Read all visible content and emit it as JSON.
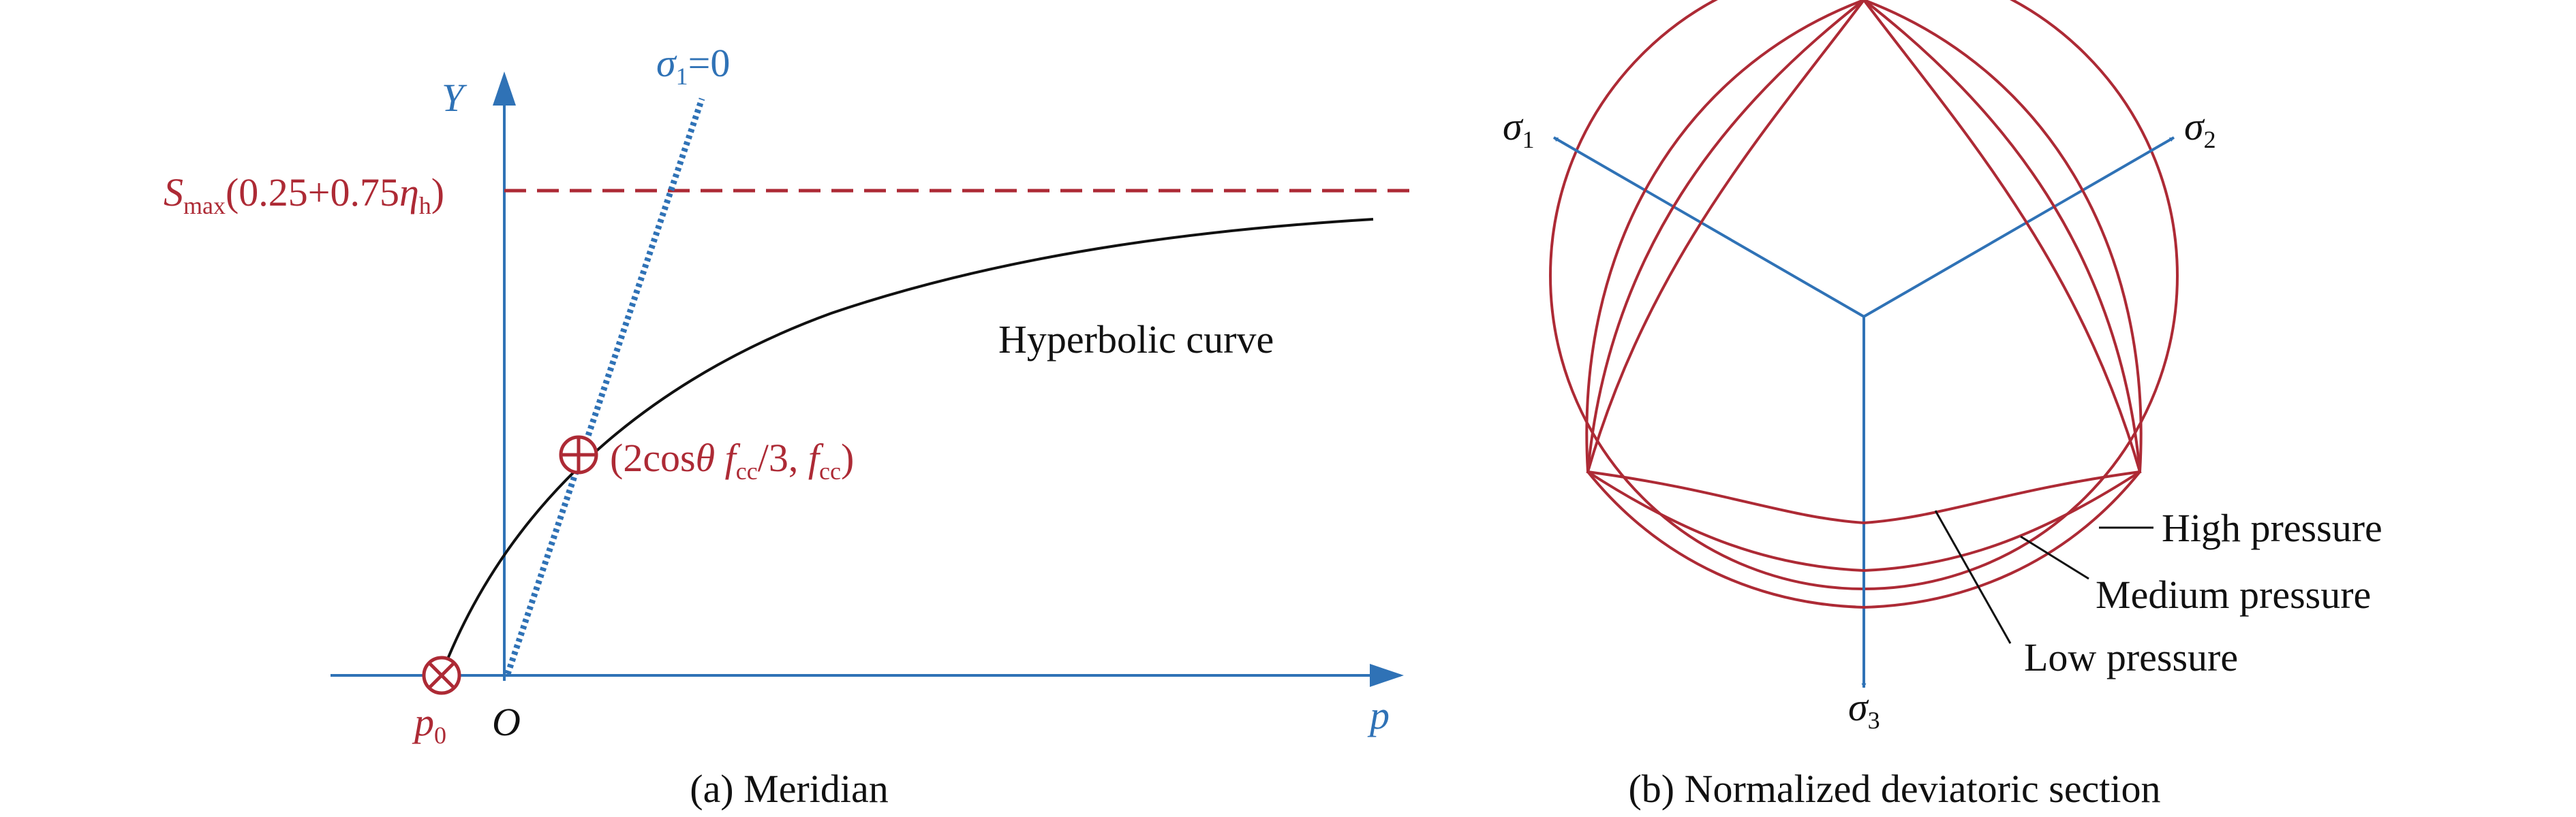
{
  "colors": {
    "axis_blue": "#2f72b6",
    "curve_black": "#111111",
    "accent_red": "#ad2a35"
  },
  "panel_a": {
    "caption": "(a) Meridian",
    "y_axis_label": "Y",
    "x_axis_label": "p",
    "origin_label": "O",
    "p0_label": {
      "base": "p",
      "sub": "0"
    },
    "line_sigma1_label": {
      "base": "σ",
      "sub": "1",
      "tail": "=0"
    },
    "smax_label": {
      "base": "S",
      "sub1": "max",
      "mid": "(0.25+0.75",
      "eta": "η",
      "sub2": "h",
      "end": ")"
    },
    "curve_label": "Hyperbolic curve",
    "point_label": {
      "open": "(2cos",
      "theta": "θ",
      "f1": " f",
      "sub1": "cc",
      "mid": "/3, ",
      "f2": "f",
      "sub2": "cc",
      "close": ")"
    }
  },
  "panel_b": {
    "caption": "(b) Normalized deviatoric section",
    "axes": [
      {
        "base": "σ",
        "sub": "1"
      },
      {
        "base": "σ",
        "sub": "2"
      },
      {
        "base": "σ",
        "sub": "3"
      }
    ],
    "legend": [
      "High pressure",
      "Medium pressure",
      "Low pressure"
    ]
  }
}
